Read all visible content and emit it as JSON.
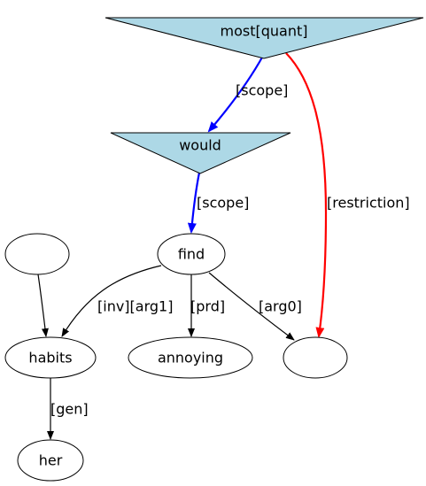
{
  "nodes": {
    "most_quant": {
      "label": "most[quant]",
      "fill": "#add8e6"
    },
    "would": {
      "label": "would",
      "fill": "#add8e6"
    },
    "find": {
      "label": "find"
    },
    "habits": {
      "label": "habits"
    },
    "annoying": {
      "label": "annoying"
    },
    "her": {
      "label": "her"
    },
    "unnamed_left": {
      "label": ""
    },
    "unnamed_right": {
      "label": ""
    }
  },
  "edges": {
    "most_would": {
      "label": "[scope]",
      "color": "#0000ff"
    },
    "most_right": {
      "label": "[restriction]",
      "color": "#ff0000"
    },
    "would_find": {
      "label": "[scope]",
      "color": "#0000ff"
    },
    "find_habits": {
      "label": "[inv][arg1]",
      "color": "#000000"
    },
    "find_annoying": {
      "label": "[prd]",
      "color": "#000000"
    },
    "find_right": {
      "label": "[arg0]",
      "color": "#000000"
    },
    "habits_her": {
      "label": "[gen]",
      "color": "#000000"
    },
    "left_habits": {
      "label": "",
      "color": "#000000"
    }
  }
}
